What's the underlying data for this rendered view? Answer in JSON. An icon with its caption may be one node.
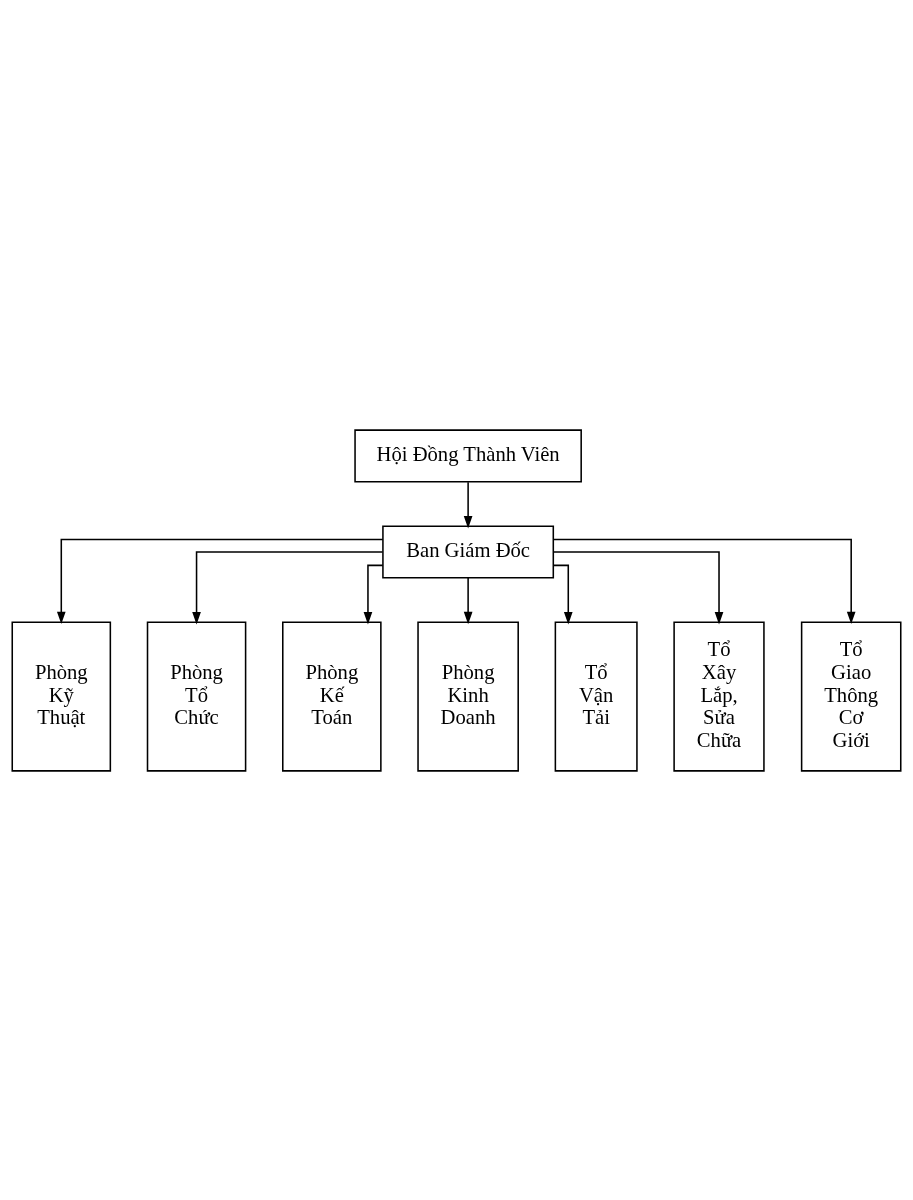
{
  "diagram": {
    "nodes": [
      {
        "text": [
          "Hội Đồng Thành Viên"
        ]
      },
      {
        "text": [
          "Ban Giám Đốc"
        ]
      },
      {
        "text": [
          "Phòng Kỹ Thuật"
        ]
      },
      {
        "text": [
          "Phòng Tổ Chức"
        ]
      },
      {
        "text": [
          "Phòng Kế Toán"
        ]
      },
      {
        "text": [
          "Phòng Kinh Doanh"
        ]
      },
      {
        "text": [
          "Tổ Vận Tải"
        ]
      },
      {
        "text": [
          "Tổ Xây Lắp, Sửa Chữa"
        ]
      },
      {
        "text": [
          "Tổ Giao Thông Cơ Giới"
        ]
      }
    ],
    "edges": [
      {
        "from": 0,
        "to": 1,
        "arrow": "to"
      },
      {
        "from": 1,
        "to": 2,
        "arrow": "to"
      },
      {
        "from": 1,
        "to": 3,
        "arrow": "to"
      },
      {
        "from": 1,
        "to": 4,
        "arrow": "to"
      },
      {
        "from": 1,
        "to": 5,
        "arrow": "to"
      },
      {
        "from": 1,
        "to": 6,
        "arrow": "to"
      },
      {
        "from": 1,
        "to": 7,
        "arrow": "to"
      },
      {
        "from": 1,
        "to": 8,
        "arrow": "to"
      }
    ]
  }
}
